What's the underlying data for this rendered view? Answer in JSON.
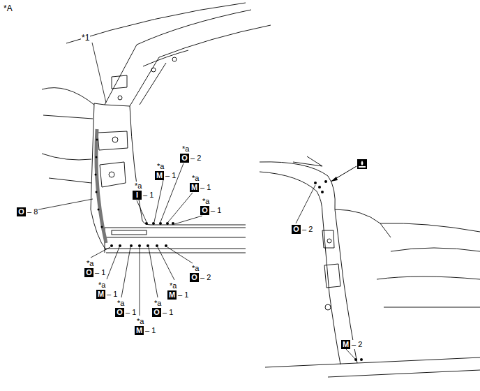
{
  "diagram": {
    "nodes": [
      {
        "text": [
          "O"
        ]
      },
      {
        "text": [
          "M"
        ]
      },
      {
        "text": [
          "M"
        ]
      },
      {
        "text": [
          "I"
        ]
      },
      {
        "text": [
          "O"
        ]
      },
      {
        "text": [
          "O"
        ]
      },
      {
        "text": [
          "O"
        ]
      },
      {
        "text": [
          "O"
        ]
      },
      {
        "text": [
          "M"
        ]
      },
      {
        "text": [
          "M"
        ]
      },
      {
        "text": [
          "O"
        ]
      },
      {
        "text": [
          "O"
        ]
      },
      {
        "text": [
          "M"
        ]
      },
      {
        "text": [
          "O"
        ]
      },
      {
        "text": [
          "M"
        ]
      }
    ],
    "labels": [
      "*A",
      "*1",
      "*a",
      "– 2",
      "*a",
      "– 1",
      "*a",
      "– 1",
      "*a",
      "– 1",
      "*a",
      "– 1",
      "– 8",
      "*a",
      "– 1",
      "*a",
      "– 2",
      "*a",
      "– 1",
      "*a",
      "– 1",
      "*a",
      "– 1",
      "*a",
      "– 1",
      "*a",
      "– 1",
      "– 2",
      "– 2"
    ]
  }
}
